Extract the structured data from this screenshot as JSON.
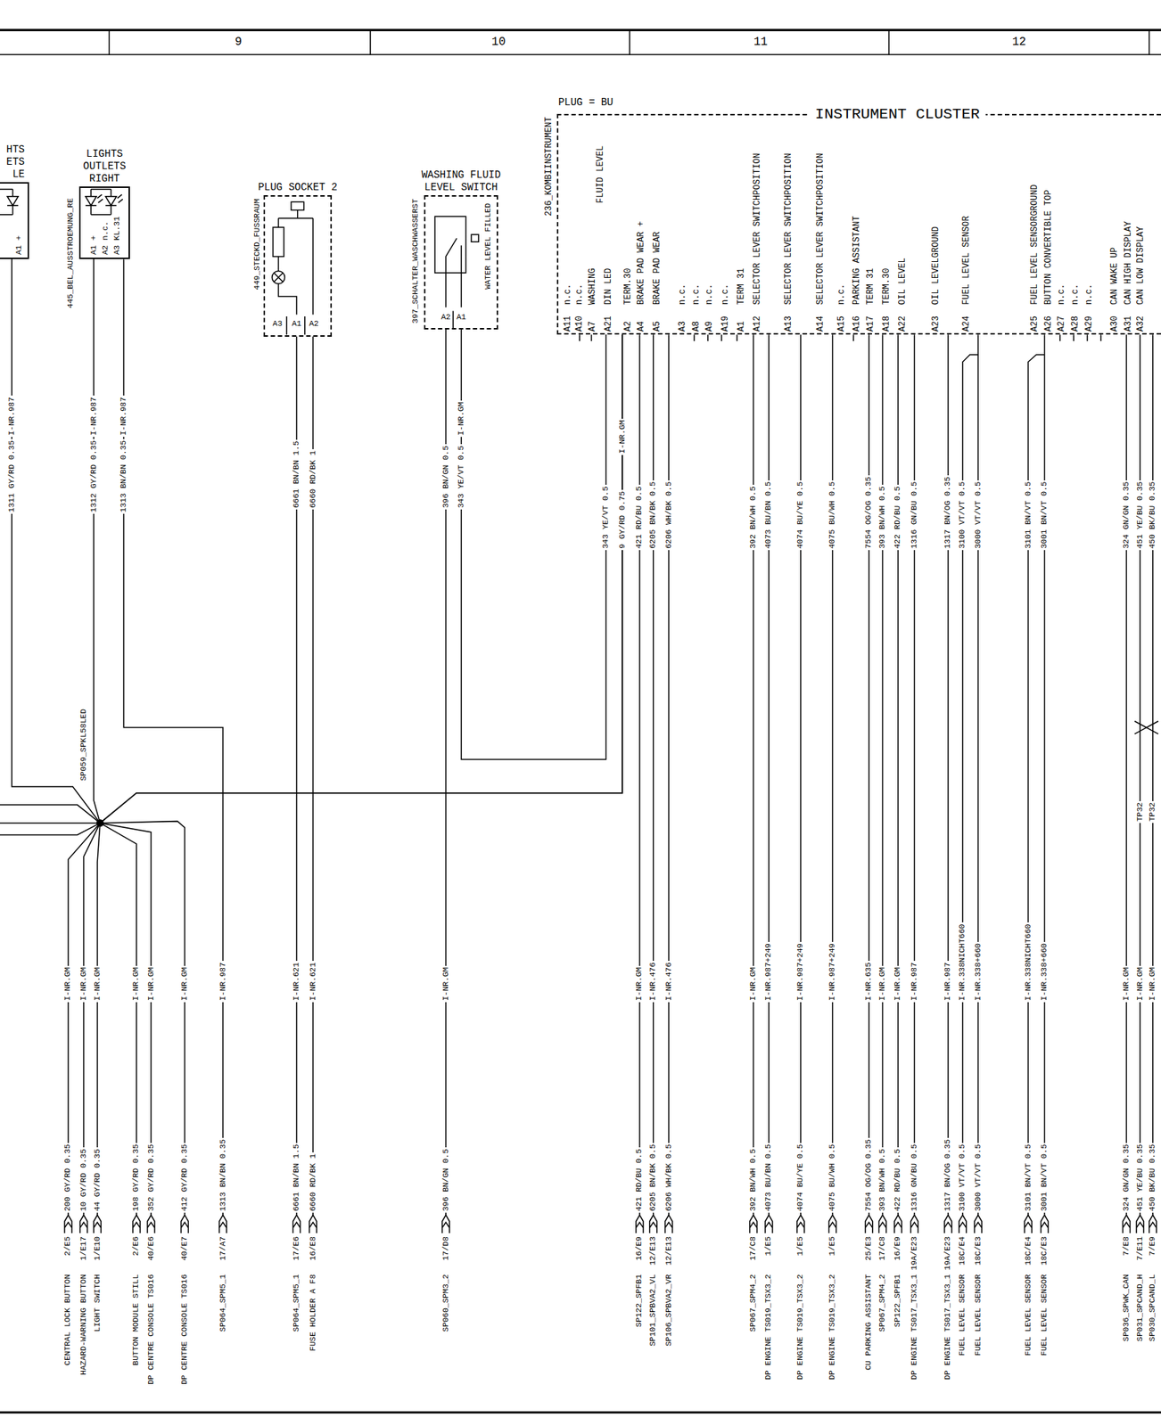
{
  "diagram": {
    "nodes": [
      {
        "text": [
          "HTS ETS LE"
        ]
      },
      {
        "text": [
          "LIGHTS OUTLETS RIGHT"
        ]
      },
      {
        "text": [
          "PLUG SOCKET 2"
        ]
      },
      {
        "text": [
          "WASHING FLUID LEVEL SWITCH"
        ]
      },
      {
        "text": [
          "INSTRUMENT CLUSTER"
        ]
      }
    ],
    "edges": [
      {
        "from": 0,
        "to": 4,
        "arrow": "none"
      },
      {
        "from": 1,
        "to": 4,
        "arrow": "none"
      },
      {
        "from": 3,
        "to": 4,
        "arrow": "none"
      }
    ],
    "labels": [
      "9",
      "10",
      "11",
      "12",
      "A1 +",
      "445_BEL_AUSSTROEMUNG_RE",
      "A1 +",
      "A2 n.c.",
      "A3 KL.31",
      "449_STECKD_FUSSRAUM",
      "A3",
      "A1",
      "A2",
      "397_SCHALTER_WASCHWASSERST",
      "WATER LEVEL FILLED",
      "A2",
      "A1",
      "236_KOMBIINSTRUMENT",
      "PLUG = BU",
      "A11",
      "n.c.",
      "A10",
      "n.c.",
      "A7",
      "WASHING",
      "A21",
      "DIN LED",
      "A2",
      "TERM.30",
      "A4",
      "BRAKE PAD WEAR +",
      "A5",
      "BRAKE PAD WEAR",
      "A3",
      "n.c.",
      "A8",
      "n.c.",
      "A9",
      "n.c.",
      "A19",
      "n.c.",
      "A1",
      "TERM 31",
      "A12",
      "SELECTOR LEVER SWITCHPOSITION",
      "A13",
      "SELECTOR LEVER SWITCHPOSITION",
      "A14",
      "SELECTOR LEVER SWITCHPOSITION",
      "A15",
      "n.c.",
      "A16",
      "PARKING ASSISTANT",
      "A17",
      "TERM 31",
      "A18",
      "TERM.30",
      "A22",
      "OIL LEVEL",
      "A23",
      "OIL LEVELGROUND",
      "A24",
      "FUEL LEVEL SENSOR",
      "A25",
      "FUEL LEVEL SENSORGROUND",
      "A26",
      "BUTTON CONVERTIBLE TOP",
      "A27",
      "n.c.",
      "A28",
      "n.c.",
      "A29",
      "n.c.",
      "A30",
      "CAN WAKE UP",
      "A31",
      "CAN HIGH DISPLAY",
      "A32",
      "CAN LOW DISPLAY",
      "FLUID LEVEL",
      "1311 GY/RD 0.35",
      "I-NR.987",
      "1312 GY/RD 0.35",
      "I-NR.987",
      "1313 BN/BN 0.35",
      "I-NR.987",
      "6661 BN/BN 1.5",
      "6660 RD/BK 1",
      "396 BN/GN 0.5",
      "343 YE/VT 0.5",
      "I-NR.GM",
      "343 YE/VT 0.5",
      "9 GY/RD 0.75",
      "I-NR.GM",
      "421 RD/BU 0.5",
      "6205 BN/BK 0.5",
      "6206 WH/BK 0.5",
      "392 BN/WH 0.5",
      "4073 BU/BN 0.5",
      "4074 BU/YE 0.5",
      "4075 BU/WH 0.5",
      "7554 OG/OG 0.35",
      "393 BN/WH 0.5",
      "422 RD/BU 0.5",
      "1316 GN/BU 0.5",
      "1317 BN/OG 0.35",
      "3100 VT/VT 0.5",
      "3000 VT/VT 0.5",
      "3101 BN/VT 0.5",
      "3001 BN/VT 0.5",
      "324 GN/GN 0.35",
      "451 YE/BU 0.35",
      "450 BK/BU 0.35",
      "SP059_SPKL58LED",
      "TP32",
      "TP32",
      "CENTRAL LOCK BUTTON",
      "2/E5",
      "200 GY/RD 0.35",
      "I-NR.GM",
      "HAZARD-WARNING BUTTON",
      "1/E17",
      "10 GY/RD 0.35",
      "I-NR.GM",
      "LIGHT SWITCH",
      "1/E10",
      "44 GY/RD 0.35",
      "I-NR.GM",
      "BUTTON MODULE STILL",
      "2/E6",
      "198 GY/RD 0.35",
      "I-NR.GM",
      "DP CENTRE CONSOLE TS016",
      "40/E6",
      "352 GY/RD 0.35",
      "I-NR.GM",
      "DP CENTRE CONSOLE TS016",
      "40/E7",
      "412 GY/RD 0.35",
      "I-NR.GM",
      "SP064_SPM5_1",
      "17/A7",
      "1313 BN/BN 0.35",
      "I-NR.987",
      "SP064_SPM5_1",
      "17/E6",
      "6661 BN/BN 1.5",
      "I-NR.621",
      "FUSE HOLDER A F8",
      "16/E8",
      "6660 RD/BK 1",
      "I-NR.621",
      "SP060_SPM3_2",
      "17/D8",
      "396 BN/GN 0.5",
      "I-NR.GM",
      "SP122_SPFB1",
      "16/E9",
      "421 RD/BU 0.5",
      "I-NR.GM",
      "SP101_SPBVA2_VL",
      "12/E13",
      "6205 BN/BK 0.5",
      "I-NR.476",
      "SP106_SPBVA2_VR",
      "12/E13",
      "6206 WH/BK 0.5",
      "I-NR.476",
      "SP067_SPM4_2",
      "17/C8",
      "392 BN/WH 0.5",
      "I-NR.GM",
      "DP ENGINE TS019_TSX3_2",
      "1/E5",
      "4073 BU/BN 0.5",
      "I-NR.987+249",
      "DP ENGINE TS019_TSX3_2",
      "1/E5",
      "4074 BU/YE 0.5",
      "I-NR.987+249",
      "DP ENGINE TS019_TSX3_2",
      "1/E5",
      "4075 BU/WH 0.5",
      "I-NR.987+249",
      "CU PARKING ASSISTANT",
      "25/E3",
      "7554 OG/OG 0.35",
      "I-NR.635",
      "SP067_SPM4_2",
      "17/C8",
      "393 BN/WH 0.5",
      "I-NR.GM",
      "SP122_SPFB1",
      "16/E9",
      "422 RD/BU 0.5",
      "I-NR.GM",
      "DP ENGINE TS017_TSX3_1",
      "19A/E23",
      "1316 GN/BU 0.5",
      "I-NR.987",
      "DP ENGINE TS017_TSX3_1",
      "19A/E23",
      "1317 BN/OG 0.35",
      "I-NR.987",
      "FUEL LEVEL SENSOR",
      "18C/E4",
      "3100 VT/VT 0.5",
      "I-NR.338NICHT660",
      "FUEL LEVEL SENSOR",
      "18C/E3",
      "3000 VT/VT 0.5",
      "I-NR.338+660",
      "FUEL LEVEL SENSOR",
      "18C/E4",
      "3101 BN/VT 0.5",
      "I-NR.338NICHT660",
      "FUEL LEVEL SENSOR",
      "18C/E3",
      "3001 BN/VT 0.5",
      "I-NR.338+660",
      "SP036_SPWK_CAN",
      "7/E8",
      "324 GN/GN 0.35",
      "I-NR.GM",
      "SP031_SPCAND_H",
      "7/E11",
      "451 YE/BU 0.35",
      "I-NR.GM",
      "SP030_SPCAND_L",
      "7/E9",
      "450 BK/BU 0.35",
      "I-NR.GM"
    ]
  }
}
